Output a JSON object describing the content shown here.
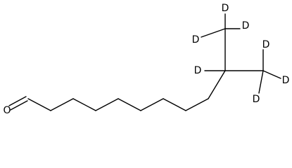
{
  "molecule": {
    "atoms": {
      "oxygen": "O",
      "d_top_a": "D",
      "d_top_b": "D",
      "d_top_c": "D",
      "d_mid": "D",
      "d_right_a": "D",
      "d_right_b": "D",
      "d_right_c": "D"
    }
  }
}
